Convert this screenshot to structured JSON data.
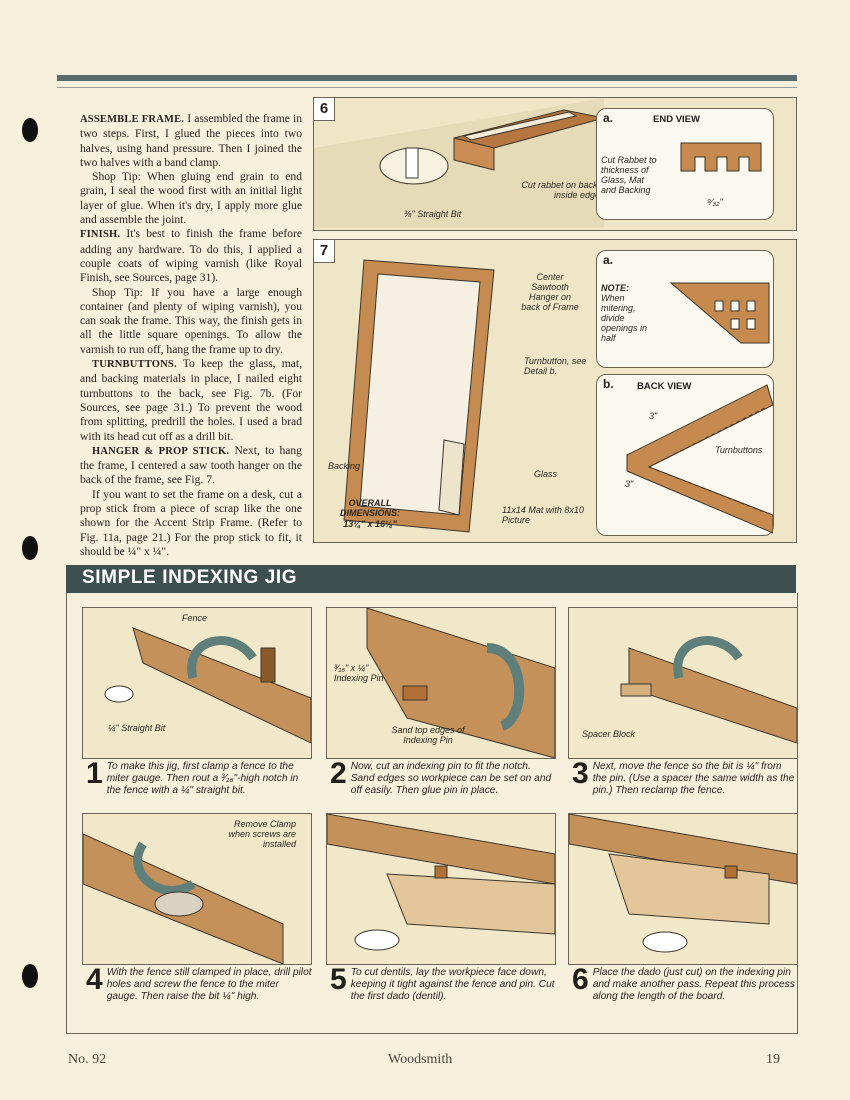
{
  "article": {
    "p1_head": "ASSEMBLE FRAME.",
    "p1": "I assembled the frame in two steps. First, I glued the pieces into two halves, using hand pressure. Then I joined the two halves with a band clamp.",
    "p2": "Shop Tip: When gluing end grain to end grain, I seal the wood first with an initial light layer of glue. When it's dry, I apply more glue and assemble the joint.",
    "p3_head": "FINISH.",
    "p3": "It's best to finish the frame before adding any hardware. To do this, I applied a couple coats of wiping varnish (like Royal Finish, see Sources, page 31).",
    "p4": "Shop Tip: If you have a large enough container (and plenty of wiping varnish), you can soak the frame. This way, the finish gets in all the little square openings. To allow the varnish to run off, hang the frame up to dry.",
    "p5_head": "TURNBUTTONS.",
    "p5": "To keep the glass, mat, and backing materials in place, I nailed eight turnbuttons to the back, see Fig. 7b. (For Sources, see page 31.) To prevent the wood from splitting, predrill the holes. I used a brad with its head cut off as a drill bit.",
    "p6_head": "HANGER & PROP STICK.",
    "p6": "Next, to hang the frame, I centered a saw tooth hanger on the back of the frame, see Fig. 7.",
    "p7": "If you want to set the frame on a desk, cut a prop stick from a piece of scrap like the one shown for the Accent Strip Frame. (Refer to Fig. 11a, page 21.) For the prop stick to fit, it should be ¼\" x ¼\"."
  },
  "fig6": {
    "num": "6",
    "cut_rabbet": "Cut rabbet on back, inside edge",
    "straight_bit": "⅜\" Straight Bit",
    "detail_label": "a.",
    "detail_title": "END VIEW",
    "detail_note": "Cut Rabbet to thickness of Glass, Mat and Backing",
    "detail_dim": "⁹⁄₃₂\""
  },
  "fig7": {
    "num": "7",
    "hanger": "Center Sawtooth Hanger on back of Frame",
    "turnbutton": "Turnbutton, see Detail b.",
    "backing": "Backing",
    "glass": "Glass",
    "mat": "11x14 Mat with 8x10 Picture",
    "overall_label": "OVERALL DIMENSIONS:",
    "overall_value": "13¼\" x 16¼\"",
    "a_label": "a.",
    "a_note_head": "NOTE:",
    "a_note": "When mitering, divide openings in half",
    "b_label": "b.",
    "b_title": "BACK VIEW",
    "b_dim1": "3\"",
    "b_dim2": "3\"",
    "b_turnbuttons": "Turnbuttons"
  },
  "banner": "SIMPLE INDEXING JIG",
  "steps": [
    {
      "num": "1",
      "text": "To make this jig, first clamp a fence to the miter gauge. Then rout a ³⁄₁₆\"-high notch in the fence with a ¼\" straight bit.",
      "callouts": [
        "Fence",
        "¼\" Straight Bit"
      ]
    },
    {
      "num": "2",
      "text": "Now, cut an indexing pin to fit the notch. Sand edges so workpiece can be set on and off easily. Then glue pin in place.",
      "callouts": [
        "³⁄₁₆\" x ¼\" Indexing Pin",
        "Sand top edges of Indexing Pin"
      ]
    },
    {
      "num": "3",
      "text": "Next, move the fence so the bit is ¼\" from the pin. (Use a spacer the same width as the pin.) Then reclamp the fence.",
      "callouts": [
        "Spacer Block"
      ]
    },
    {
      "num": "4",
      "text": "With the fence still clamped in place, drill pilot holes and screw the fence to the miter gauge. Then raise the bit ¼\" high.",
      "callouts": [
        "Remove Clamp when screws are installed"
      ]
    },
    {
      "num": "5",
      "text": "To cut dentils, lay the workpiece face down, keeping it tight against the fence and pin. Cut the first dado (dentil).",
      "callouts": []
    },
    {
      "num": "6",
      "text": "Place the dado (just cut) on the indexing pin and make another pass. Repeat this process along the length of the board.",
      "callouts": []
    }
  ],
  "footer": {
    "left": "No. 92",
    "center": "Woodsmith",
    "right": "19"
  }
}
